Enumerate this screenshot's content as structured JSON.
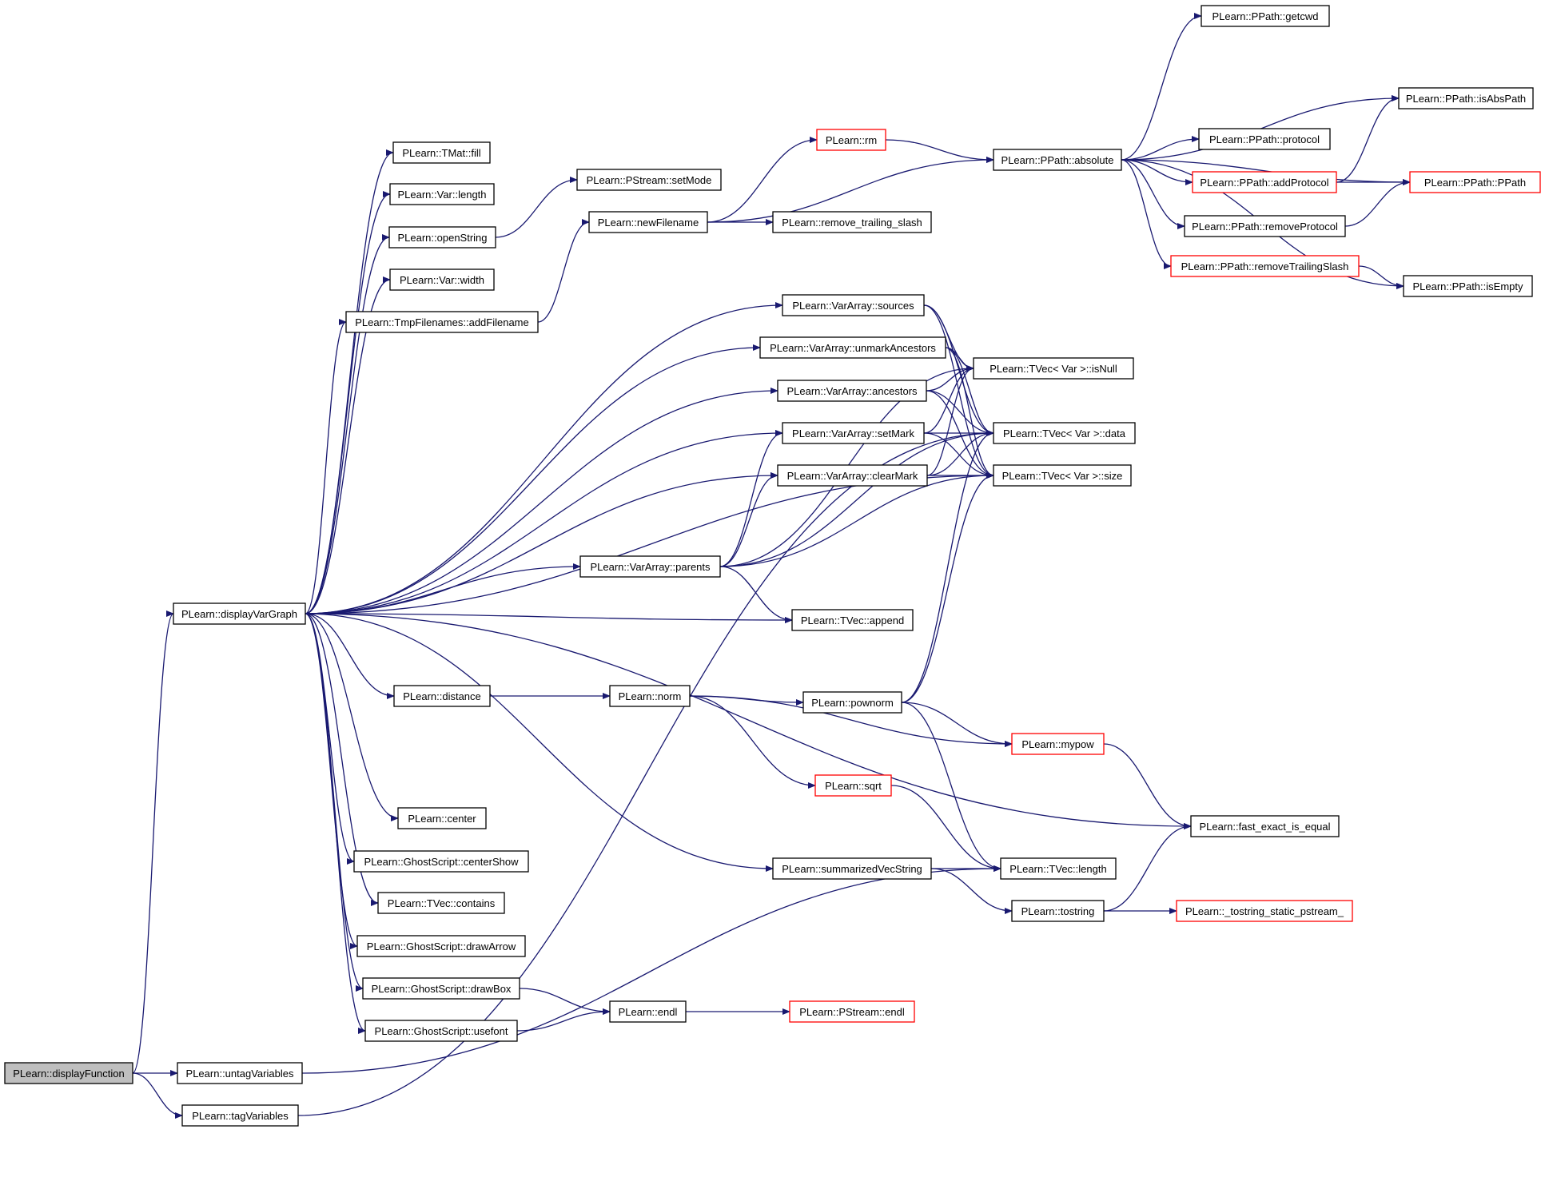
{
  "colors": {
    "edge": "#191970",
    "node_border": "#000000",
    "node_border_truncated": "#ff0000",
    "root_fill": "#bfbfbf",
    "node_fill": "#ffffff"
  },
  "nodes": [
    {
      "id": "displayFunction",
      "label": "PLearn::displayFunction",
      "style": "root"
    },
    {
      "id": "displayVarGraph",
      "label": "PLearn::displayVarGraph",
      "style": "normal"
    },
    {
      "id": "untagVariables",
      "label": "PLearn::untagVariables",
      "style": "normal"
    },
    {
      "id": "tagVariables",
      "label": "PLearn::tagVariables",
      "style": "normal"
    },
    {
      "id": "tmatFill",
      "label": "PLearn::TMat::fill",
      "style": "normal"
    },
    {
      "id": "varLength",
      "label": "PLearn::Var::length",
      "style": "normal"
    },
    {
      "id": "openString",
      "label": "PLearn::openString",
      "style": "normal"
    },
    {
      "id": "varWidth",
      "label": "PLearn::Var::width",
      "style": "normal"
    },
    {
      "id": "addFilename",
      "label": "PLearn::TmpFilenames::addFilename",
      "style": "normal"
    },
    {
      "id": "setMode",
      "label": "PLearn::PStream::setMode",
      "style": "normal"
    },
    {
      "id": "newFilename",
      "label": "PLearn::newFilename",
      "style": "normal"
    },
    {
      "id": "rm",
      "label": "PLearn::rm",
      "style": "truncated"
    },
    {
      "id": "removeTrailingSlashFn",
      "label": "PLearn::remove_trailing_slash",
      "style": "normal"
    },
    {
      "id": "absolute",
      "label": "PLearn::PPath::absolute",
      "style": "normal"
    },
    {
      "id": "getcwd",
      "label": "PLearn::PPath::getcwd",
      "style": "normal"
    },
    {
      "id": "isAbsPath",
      "label": "PLearn::PPath::isAbsPath",
      "style": "normal"
    },
    {
      "id": "protocol",
      "label": "PLearn::PPath::protocol",
      "style": "normal"
    },
    {
      "id": "addProtocol",
      "label": "PLearn::PPath::addProtocol",
      "style": "truncated"
    },
    {
      "id": "ppath",
      "label": "PLearn::PPath::PPath",
      "style": "truncated"
    },
    {
      "id": "removeProtocol",
      "label": "PLearn::PPath::removeProtocol",
      "style": "normal"
    },
    {
      "id": "removeTrailingSlash",
      "label": "PLearn::PPath::removeTrailingSlash",
      "style": "truncated"
    },
    {
      "id": "isEmpty",
      "label": "PLearn::PPath::isEmpty",
      "style": "normal"
    },
    {
      "id": "sources",
      "label": "PLearn::VarArray::sources",
      "style": "normal"
    },
    {
      "id": "unmarkAncestors",
      "label": "PLearn::VarArray::unmarkAncestors",
      "style": "normal"
    },
    {
      "id": "ancestors",
      "label": "PLearn::VarArray::ancestors",
      "style": "normal"
    },
    {
      "id": "setMark",
      "label": "PLearn::VarArray::setMark",
      "style": "normal"
    },
    {
      "id": "clearMark",
      "label": "PLearn::VarArray::clearMark",
      "style": "normal"
    },
    {
      "id": "isNull",
      "label": "PLearn::TVec< Var >::isNull",
      "style": "normal"
    },
    {
      "id": "tvecData",
      "label": "PLearn::TVec< Var >::data",
      "style": "normal"
    },
    {
      "id": "tvecSize",
      "label": "PLearn::TVec< Var >::size",
      "style": "normal"
    },
    {
      "id": "parents",
      "label": "PLearn::VarArray::parents",
      "style": "normal"
    },
    {
      "id": "tvecAppend",
      "label": "PLearn::TVec::append",
      "style": "normal"
    },
    {
      "id": "distance",
      "label": "PLearn::distance",
      "style": "normal"
    },
    {
      "id": "norm",
      "label": "PLearn::norm",
      "style": "normal"
    },
    {
      "id": "pownorm",
      "label": "PLearn::pownorm",
      "style": "normal"
    },
    {
      "id": "mypow",
      "label": "PLearn::mypow",
      "style": "truncated"
    },
    {
      "id": "sqrt",
      "label": "PLearn::sqrt",
      "style": "truncated"
    },
    {
      "id": "fastExact",
      "label": "PLearn::fast_exact_is_equal",
      "style": "normal"
    },
    {
      "id": "center",
      "label": "PLearn::center",
      "style": "normal"
    },
    {
      "id": "centerShow",
      "label": "PLearn::GhostScript::centerShow",
      "style": "normal"
    },
    {
      "id": "tvecContains",
      "label": "PLearn::TVec::contains",
      "style": "normal"
    },
    {
      "id": "drawArrow",
      "label": "PLearn::GhostScript::drawArrow",
      "style": "normal"
    },
    {
      "id": "drawBox",
      "label": "PLearn::GhostScript::drawBox",
      "style": "normal"
    },
    {
      "id": "usefont",
      "label": "PLearn::GhostScript::usefont",
      "style": "normal"
    },
    {
      "id": "endl",
      "label": "PLearn::endl",
      "style": "normal"
    },
    {
      "id": "pstreamEndl",
      "label": "PLearn::PStream::endl",
      "style": "truncated"
    },
    {
      "id": "summarizedVecString",
      "label": "PLearn::summarizedVecString",
      "style": "normal"
    },
    {
      "id": "tvecLength",
      "label": "PLearn::TVec::length",
      "style": "normal"
    },
    {
      "id": "tostring",
      "label": "PLearn::tostring",
      "style": "normal"
    },
    {
      "id": "tostringStatic",
      "label": "PLearn::_tostring_static_pstream_",
      "style": "truncated"
    }
  ],
  "edges": [
    [
      "displayFunction",
      "displayVarGraph"
    ],
    [
      "displayFunction",
      "untagVariables"
    ],
    [
      "displayFunction",
      "tagVariables"
    ],
    [
      "displayVarGraph",
      "tmatFill"
    ],
    [
      "displayVarGraph",
      "varLength"
    ],
    [
      "displayVarGraph",
      "openString"
    ],
    [
      "displayVarGraph",
      "varWidth"
    ],
    [
      "displayVarGraph",
      "addFilename"
    ],
    [
      "displayVarGraph",
      "sources"
    ],
    [
      "displayVarGraph",
      "unmarkAncestors"
    ],
    [
      "displayVarGraph",
      "ancestors"
    ],
    [
      "displayVarGraph",
      "setMark"
    ],
    [
      "displayVarGraph",
      "clearMark"
    ],
    [
      "displayVarGraph",
      "parents"
    ],
    [
      "displayVarGraph",
      "tvecAppend"
    ],
    [
      "displayVarGraph",
      "tvecSize"
    ],
    [
      "displayVarGraph",
      "distance"
    ],
    [
      "displayVarGraph",
      "fastExact"
    ],
    [
      "displayVarGraph",
      "summarizedVecString"
    ],
    [
      "displayVarGraph",
      "center"
    ],
    [
      "displayVarGraph",
      "centerShow"
    ],
    [
      "displayVarGraph",
      "tvecContains"
    ],
    [
      "displayVarGraph",
      "drawArrow"
    ],
    [
      "displayVarGraph",
      "drawBox"
    ],
    [
      "displayVarGraph",
      "usefont"
    ],
    [
      "openString",
      "setMode"
    ],
    [
      "addFilename",
      "newFilename"
    ],
    [
      "newFilename",
      "rm"
    ],
    [
      "newFilename",
      "absolute"
    ],
    [
      "newFilename",
      "removeTrailingSlashFn"
    ],
    [
      "rm",
      "absolute"
    ],
    [
      "absolute",
      "getcwd"
    ],
    [
      "absolute",
      "isAbsPath"
    ],
    [
      "absolute",
      "protocol"
    ],
    [
      "absolute",
      "addProtocol"
    ],
    [
      "absolute",
      "ppath"
    ],
    [
      "absolute",
      "removeProtocol"
    ],
    [
      "absolute",
      "removeTrailingSlash"
    ],
    [
      "absolute",
      "isEmpty"
    ],
    [
      "addProtocol",
      "isAbsPath"
    ],
    [
      "addProtocol",
      "ppath"
    ],
    [
      "removeProtocol",
      "ppath"
    ],
    [
      "removeTrailingSlash",
      "isEmpty"
    ],
    [
      "sources",
      "isNull"
    ],
    [
      "sources",
      "tvecData"
    ],
    [
      "sources",
      "tvecSize"
    ],
    [
      "unmarkAncestors",
      "isNull"
    ],
    [
      "unmarkAncestors",
      "tvecData"
    ],
    [
      "unmarkAncestors",
      "tvecSize"
    ],
    [
      "ancestors",
      "isNull"
    ],
    [
      "ancestors",
      "tvecData"
    ],
    [
      "ancestors",
      "tvecSize"
    ],
    [
      "setMark",
      "isNull"
    ],
    [
      "setMark",
      "tvecData"
    ],
    [
      "setMark",
      "tvecSize"
    ],
    [
      "clearMark",
      "isNull"
    ],
    [
      "clearMark",
      "tvecData"
    ],
    [
      "clearMark",
      "tvecSize"
    ],
    [
      "parents",
      "isNull"
    ],
    [
      "parents",
      "setMark"
    ],
    [
      "parents",
      "clearMark"
    ],
    [
      "parents",
      "tvecData"
    ],
    [
      "parents",
      "tvecSize"
    ],
    [
      "parents",
      "tvecAppend"
    ],
    [
      "distance",
      "norm"
    ],
    [
      "norm",
      "pownorm"
    ],
    [
      "norm",
      "mypow"
    ],
    [
      "norm",
      "sqrt"
    ],
    [
      "pownorm",
      "tvecData"
    ],
    [
      "pownorm",
      "tvecSize"
    ],
    [
      "pownorm",
      "mypow"
    ],
    [
      "pownorm",
      "tvecLength"
    ],
    [
      "mypow",
      "fastExact"
    ],
    [
      "sqrt",
      "tvecLength"
    ],
    [
      "summarizedVecString",
      "tvecLength"
    ],
    [
      "summarizedVecString",
      "tostring"
    ],
    [
      "tostring",
      "fastExact"
    ],
    [
      "tostring",
      "tostringStatic"
    ],
    [
      "drawBox",
      "endl"
    ],
    [
      "usefont",
      "endl"
    ],
    [
      "endl",
      "pstreamEndl"
    ],
    [
      "untagVariables",
      "tvecLength"
    ],
    [
      "tagVariables",
      "tvecData"
    ]
  ]
}
